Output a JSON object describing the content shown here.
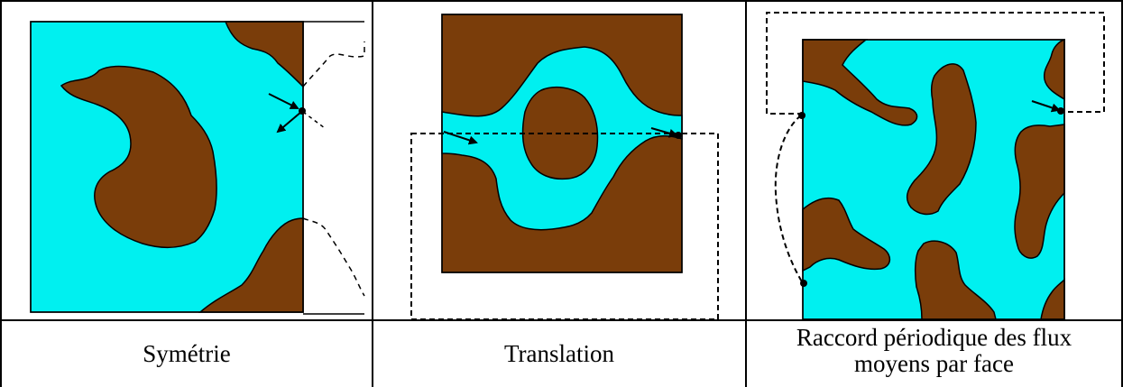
{
  "colors": {
    "pore": "#00f0f0",
    "solid": "#7a3d0a",
    "outline": "#000000",
    "border": "#000000"
  },
  "captions": {
    "symmetry": "Symétrie",
    "translation": "Translation",
    "periodic_line1": "Raccord périodique des flux",
    "periodic_line2": "moyens par face"
  }
}
